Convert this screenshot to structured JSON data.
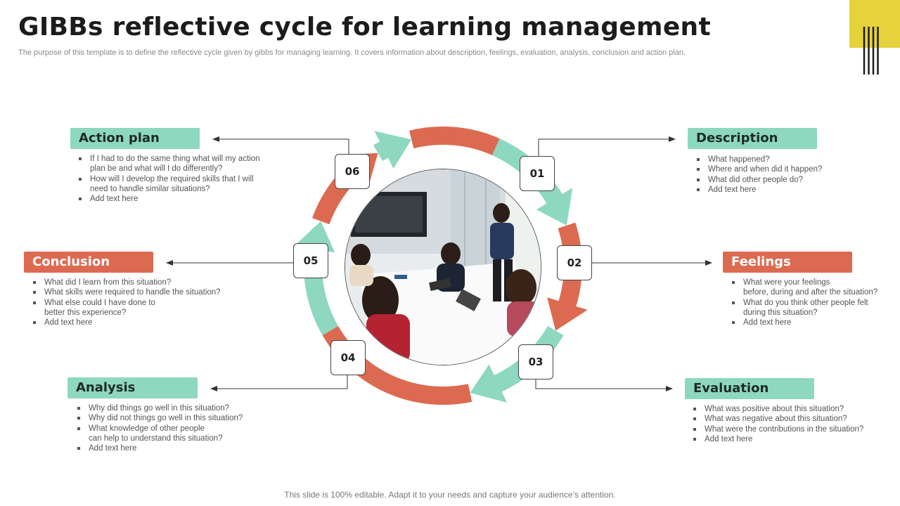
{
  "slide": {
    "title": "GIBBs reflective cycle for learning management",
    "subtitle": "The purpose of this template is to define the reflective cycle given by gibbs for managing learning. It covers information about description, feelings, evaluation, analysis, conclusion and action plan.",
    "footer": "This slide is 100% editable. Adapt it to your needs and capture your audience’s attention.",
    "colors": {
      "green": "#8dd8bf",
      "red": "#dc6a51",
      "accent_yellow": "#e6d23a",
      "dark": "#1c1c1c"
    }
  },
  "stages": [
    {
      "number": "01",
      "label": "Description",
      "color": "green",
      "bullets": [
        "What happened?",
        "Where and when did it happen?",
        "What did other people do?",
        "Add text here"
      ]
    },
    {
      "number": "02",
      "label": "Feelings",
      "color": "red",
      "bullets": [
        "What were your feelings\nbefore, during and after the situation?",
        "What do you think other people felt\nduring this situation?",
        "Add text here"
      ]
    },
    {
      "number": "03",
      "label": "Evaluation",
      "color": "green",
      "bullets": [
        "What was positive about this situation?",
        "What was negative about this situation?",
        "What were the contributions in the situation?",
        "Add text here"
      ]
    },
    {
      "number": "04",
      "label": "Analysis",
      "color": "green",
      "bullets": [
        "Why did things go well in this situation?",
        "Why did not things go well in this situation?",
        "What knowledge of other people\ncan help to understand this situation?",
        "Add text here"
      ]
    },
    {
      "number": "05",
      "label": "Conclusion",
      "color": "red",
      "bullets": [
        "What did I learn from this situation?",
        "What skills were required  to handle the situation?",
        "What else could I have done to\nbetter this experience?",
        "Add text here"
      ]
    },
    {
      "number": "06",
      "label": "Action plan",
      "color": "green",
      "bullets": [
        "If I had to do the same thing what will my action\nplan be and what will I do differently?",
        "How will I develop the required skills that I will\nneed to handle similar situations?",
        "Add text here"
      ]
    }
  ]
}
